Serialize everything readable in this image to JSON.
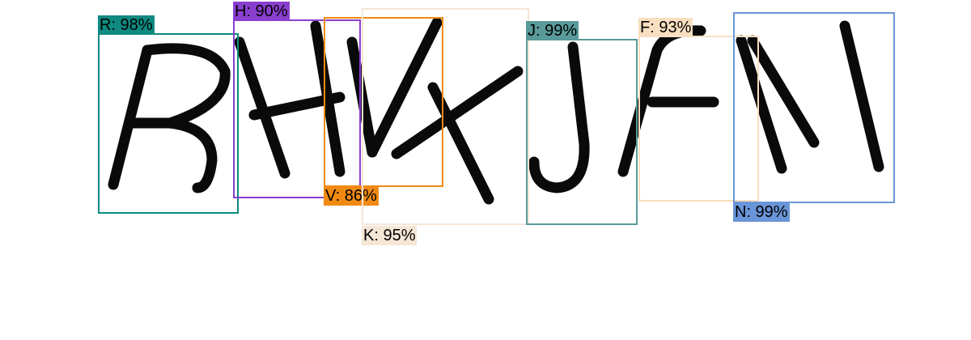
{
  "captcha": {
    "characters": [
      "R",
      "H",
      "K",
      "V",
      "J",
      "F",
      "N"
    ]
  },
  "detections": [
    {
      "id": "r",
      "label": "R: 98%",
      "char": "R",
      "confidence": 98,
      "color": "#0e8a80"
    },
    {
      "id": "h",
      "label": "H: 90%",
      "char": "H",
      "confidence": 90,
      "color": "#8a3fcf"
    },
    {
      "id": "v",
      "label": "V: 86%",
      "char": "V",
      "confidence": 86,
      "color": "#f08a12"
    },
    {
      "id": "k",
      "label": "K: 95%",
      "char": "K",
      "confidence": 95,
      "color": "#f5e6d6"
    },
    {
      "id": "j",
      "label": "J: 99%",
      "char": "J",
      "confidence": 99,
      "color": "#5a9a9a"
    },
    {
      "id": "f",
      "label": "F: 93%",
      "char": "F",
      "confidence": 93,
      "color": "#f8dfc0"
    },
    {
      "id": "n",
      "label": "N: 99%",
      "char": "N",
      "confidence": 99,
      "color": "#6a95d8"
    }
  ]
}
